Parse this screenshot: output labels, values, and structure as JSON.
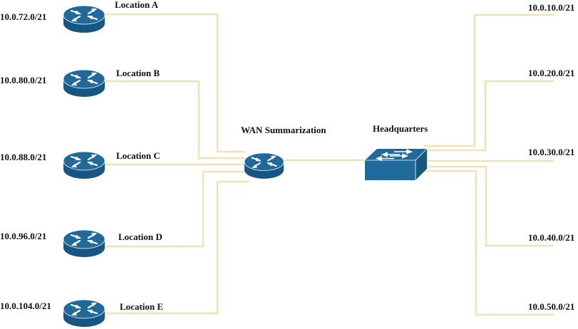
{
  "diagram": {
    "colors": {
      "wire": "#EDE2B8",
      "device": "#1F6A9A",
      "device_dark": "#175683",
      "device_highlight": "#FFFFFF",
      "text": "#111111"
    },
    "hub": {
      "label": "WAN Summarization",
      "icon": "router-icon"
    },
    "headquarters": {
      "label": "Headquarters",
      "icon": "switch-icon"
    },
    "locations": [
      {
        "name": "Location A",
        "network": "10.0.72.0/21",
        "icon": "router-icon"
      },
      {
        "name": "Location B",
        "network": "10.0.80.0/21",
        "icon": "router-icon"
      },
      {
        "name": "Location C",
        "network": "10.0.88.0/21",
        "icon": "router-icon"
      },
      {
        "name": "Location D",
        "network": "10.0.96.0/21",
        "icon": "router-icon"
      },
      {
        "name": "Location E",
        "network": "10.0.104.0/21",
        "icon": "router-icon"
      }
    ],
    "hq_networks": [
      {
        "network": "10.0.10.0/21"
      },
      {
        "network": "10.0.20.0/21"
      },
      {
        "network": "10.0.30.0/21"
      },
      {
        "network": "10.0.40.0/21"
      },
      {
        "network": "10.0.50.0/21"
      }
    ]
  }
}
